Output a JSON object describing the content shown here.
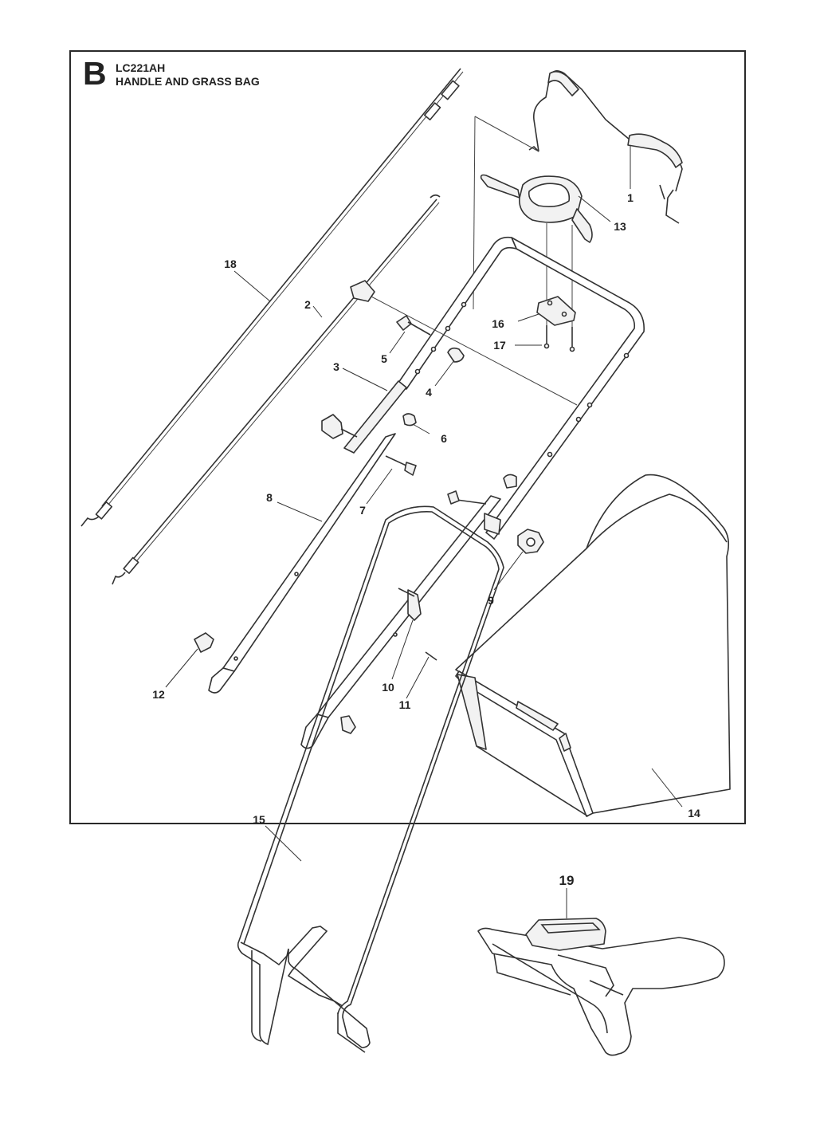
{
  "header": {
    "section_letter": "B",
    "model": "LC221AH",
    "subtitle": "HANDLE AND GRASS BAG"
  },
  "callouts": {
    "c1": "1",
    "c2": "2",
    "c3": "3",
    "c4": "4",
    "c5": "5",
    "c6": "6",
    "c7": "7",
    "c8": "8",
    "c9": "9",
    "c10": "10",
    "c11": "11",
    "c12": "12",
    "c13": "13",
    "c14": "14",
    "c15": "15",
    "c16": "16",
    "c17": "17",
    "c18": "18",
    "c19": "19"
  }
}
